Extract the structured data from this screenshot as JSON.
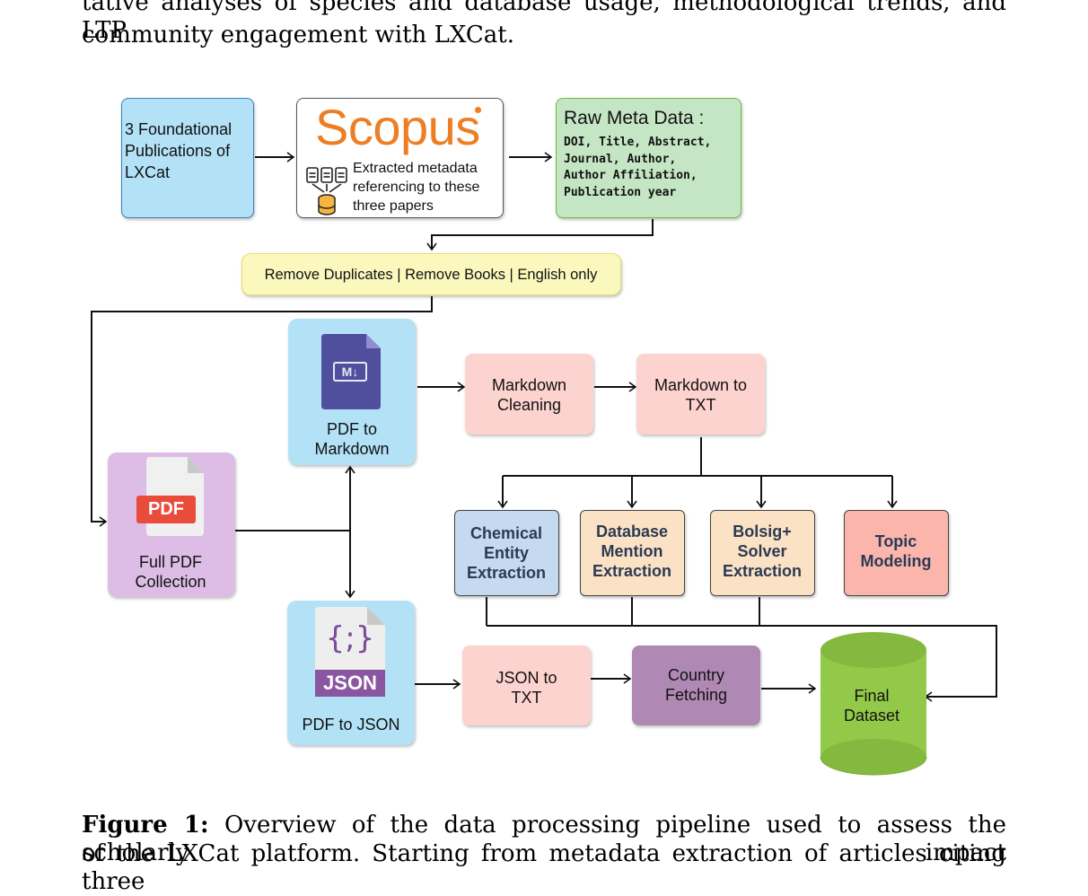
{
  "text_top": {
    "line1": "tative analyses of species and database usage, methodological trends, and LTP",
    "line2": "community engagement with LXCat."
  },
  "diagram": {
    "foundational": "3 Foundational Publications of LXCat",
    "scopus": {
      "logo": "Scopus",
      "text": "Extracted metadata referencing to these three papers"
    },
    "raw_meta": {
      "title": "Raw Meta Data :",
      "fields": [
        "DOI, Title, Abstract,",
        "Journal, Author,",
        "Author Affiliation,",
        "Publication year"
      ]
    },
    "filter": "Remove Duplicates | Remove Books | English only",
    "pdf_collection": {
      "badge": "PDF",
      "label_line1": "Full PDF",
      "label_line2": "Collection"
    },
    "pdf_to_markdown": {
      "badge": "M↓",
      "label_line1": "PDF to",
      "label_line2": "Markdown"
    },
    "pdf_to_json": {
      "badge_top": "{;}",
      "badge": "JSON",
      "label": "PDF to JSON"
    },
    "markdown_cleaning": {
      "line1": "Markdown",
      "line2": "Cleaning"
    },
    "markdown_to_txt": {
      "line1": "Markdown to",
      "line2": "TXT"
    },
    "extractions": [
      {
        "line1": "Chemical",
        "line2": "Entity",
        "line3": "Extraction",
        "color": "#c5d9ef"
      },
      {
        "line1": "Database",
        "line2": "Mention",
        "line3": "Extraction",
        "color": "#fbe2c4"
      },
      {
        "line1": "Bolsig+",
        "line2": "Solver",
        "line3": "Extraction",
        "color": "#fbe2c4"
      },
      {
        "line1": "Topic",
        "line2": "Modeling",
        "color": "#fbb5ab"
      }
    ],
    "json_to_txt": {
      "line1": "JSON to",
      "line2": "TXT"
    },
    "country_fetching": {
      "line1": "Country",
      "line2": "Fetching"
    },
    "final_dataset": {
      "line1": "Final",
      "line2": "Dataset"
    }
  },
  "caption": {
    "label": "Figure 1:",
    "line1": " Overview of the data processing pipeline used to assess the scholarly impact",
    "line2": "of the LXCat platform.  Starting from metadata extraction of articles citing three"
  },
  "colors": {
    "blue": "#b3e2f7",
    "green": "#c5e6c4",
    "yellow": "#fbf8bd",
    "pink": "#fdd3cf",
    "purple": "#af89b4",
    "lavender": "#ddbde6",
    "cylinder": "#93c949",
    "scopus_orange": "#ee7e23"
  }
}
